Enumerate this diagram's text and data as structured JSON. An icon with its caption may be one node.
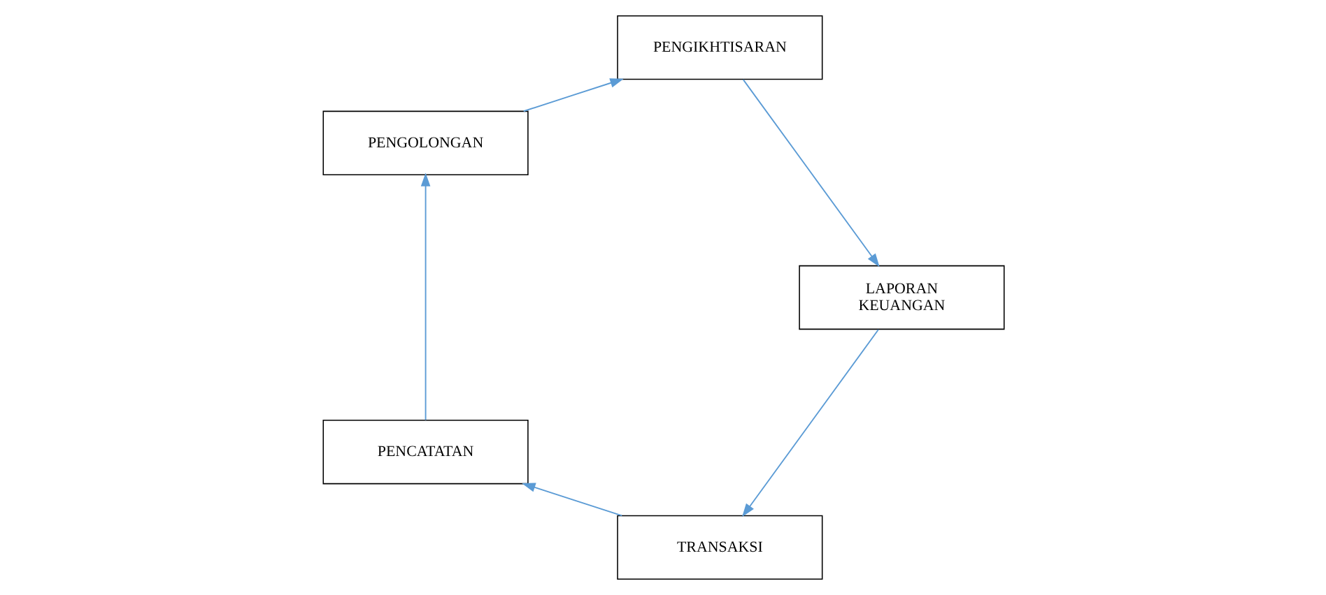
{
  "diagram": {
    "nodes": [
      {
        "text": [
          "TRANSAKSI"
        ]
      },
      {
        "text": [
          "PENCATATAN"
        ]
      },
      {
        "text": [
          "PENGOLONGAN"
        ]
      },
      {
        "text": [
          "PENGIKHTISARAN"
        ]
      },
      {
        "text": [
          "LAPORAN KEUANGAN"
        ]
      }
    ],
    "edges": [
      {
        "from": 0,
        "to": 1,
        "arrow": "to"
      },
      {
        "from": 1,
        "to": 2,
        "arrow": "to"
      },
      {
        "from": 2,
        "to": 3,
        "arrow": "to"
      },
      {
        "from": 3,
        "to": 4,
        "arrow": "to"
      },
      {
        "from": 4,
        "to": 0,
        "arrow": "to"
      }
    ]
  }
}
